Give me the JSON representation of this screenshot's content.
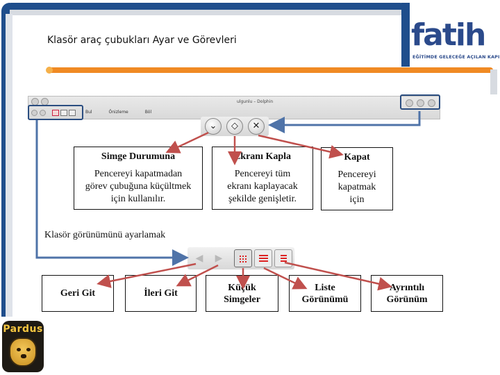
{
  "slide": {
    "title": "Klasör araç çubukları Ayar ve Görevleri"
  },
  "logo": {
    "name": "fatih",
    "tagline": "EĞİTİMDE GELECEĞE AÇILAN KAPI",
    "brand_color": "#2b4a8b",
    "accent_color": "#f08a24"
  },
  "window": {
    "title": "ulgunlu – Dolphin",
    "toolbar_items": [
      "Bul",
      "Önizleme",
      "Böl"
    ]
  },
  "window_buttons": {
    "minimize": "⌄",
    "maximize": "◇",
    "close": "✕"
  },
  "descriptions": [
    {
      "title": "Simge Durumuna",
      "lines": [
        "Pencereyi kapatmadan",
        "görev çubuğuna küçültmek",
        "için kullanılır."
      ]
    },
    {
      "title": "Ekranı Kapla",
      "lines": [
        "Pencereyi tüm",
        "ekranı kaplayacak",
        "şekilde genişletir."
      ]
    },
    {
      "title": "Kapat",
      "lines": [
        "Pencereyi",
        "kapatmak",
        "için"
      ]
    }
  ],
  "section_label": "Klasör görünümünü ayarlamak",
  "toolbar_buttons": {
    "back": "◀",
    "forward": "▶"
  },
  "view_options": [
    {
      "lines": [
        "Geri Git"
      ]
    },
    {
      "lines": [
        "İleri Git"
      ]
    },
    {
      "lines": [
        "Küçük",
        "Simgeler"
      ]
    },
    {
      "lines": [
        "Liste",
        "Görünümü"
      ]
    },
    {
      "lines": [
        "Ayrıntılı",
        "Görünüm"
      ]
    }
  ],
  "pardus": {
    "label": "Pardus"
  },
  "colors": {
    "frame_blue": "#1f4e8c",
    "orange_bar": "#f08a24",
    "arrow_red": "#c0504d",
    "arrow_blue": "#4f73a8"
  }
}
